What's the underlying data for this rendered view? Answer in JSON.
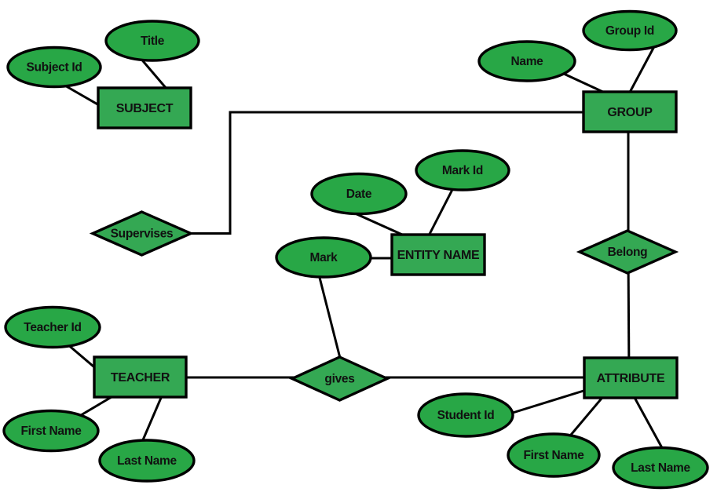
{
  "diagram": {
    "type": "entity-relationship-diagram",
    "colors": {
      "entity_fill": "#34a853",
      "attribute_fill": "#28a746",
      "relationship_fill": "#34a853",
      "outline": "#000000",
      "text": "#111111",
      "background": "#ffffff"
    },
    "entities": [
      {
        "label": "SUBJECT"
      },
      {
        "label": "GROUP"
      },
      {
        "label": "ENTITY NAME"
      },
      {
        "label": "TEACHER"
      },
      {
        "label": "ATTRIBUTE"
      }
    ],
    "relationships": [
      {
        "label": "Supervises"
      },
      {
        "label": "Belong"
      },
      {
        "label": "gives"
      }
    ],
    "attributes": [
      {
        "label": "Subject Id",
        "attached_to": "SUBJECT"
      },
      {
        "label": "Title",
        "attached_to": "SUBJECT"
      },
      {
        "label": "Name",
        "attached_to": "GROUP"
      },
      {
        "label": "Group Id",
        "attached_to": "GROUP"
      },
      {
        "label": "Date",
        "attached_to": "ENTITY NAME"
      },
      {
        "label": "Mark Id",
        "attached_to": "ENTITY NAME"
      },
      {
        "label": "Mark",
        "attached_to": "ENTITY NAME"
      },
      {
        "label": "Teacher Id",
        "attached_to": "TEACHER"
      },
      {
        "label": "First Name",
        "attached_to": "TEACHER"
      },
      {
        "label": "Last Name",
        "attached_to": "TEACHER"
      },
      {
        "label": "Student Id",
        "attached_to": "ATTRIBUTE"
      },
      {
        "label": "First Name",
        "attached_to": "ATTRIBUTE"
      },
      {
        "label": "Last Name",
        "attached_to": "ATTRIBUTE"
      }
    ],
    "connections": [
      {
        "from": "Subject Id",
        "to": "SUBJECT"
      },
      {
        "from": "Title",
        "to": "SUBJECT"
      },
      {
        "from": "Supervises",
        "to": "GROUP"
      },
      {
        "from": "Name",
        "to": "GROUP"
      },
      {
        "from": "Group Id",
        "to": "GROUP"
      },
      {
        "from": "GROUP",
        "to": "Belong"
      },
      {
        "from": "Belong",
        "to": "ATTRIBUTE"
      },
      {
        "from": "Date",
        "to": "ENTITY NAME"
      },
      {
        "from": "Mark Id",
        "to": "ENTITY NAME"
      },
      {
        "from": "Mark",
        "to": "ENTITY NAME"
      },
      {
        "from": "Mark",
        "to": "gives"
      },
      {
        "from": "Teacher Id",
        "to": "TEACHER"
      },
      {
        "from": "TEACHER",
        "to": "First Name"
      },
      {
        "from": "TEACHER",
        "to": "Last Name"
      },
      {
        "from": "TEACHER",
        "to": "gives"
      },
      {
        "from": "gives",
        "to": "ATTRIBUTE"
      },
      {
        "from": "Student Id",
        "to": "ATTRIBUTE"
      },
      {
        "from": "ATTRIBUTE",
        "to": "First Name"
      },
      {
        "from": "ATTRIBUTE",
        "to": "Last Name"
      }
    ]
  }
}
